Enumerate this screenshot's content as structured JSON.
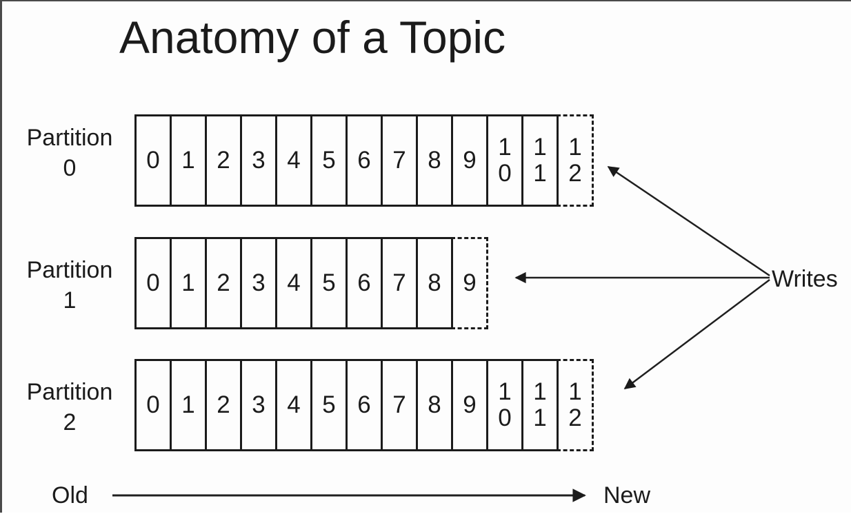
{
  "title": "Anatomy of a Topic",
  "partitions": [
    {
      "name": "Partition",
      "number": "0",
      "solid_cells": [
        "0",
        "1",
        "2",
        "3",
        "4",
        "5",
        "6",
        "7",
        "8",
        "9",
        "10",
        "11"
      ],
      "next_cell": "12"
    },
    {
      "name": "Partition",
      "number": "1",
      "solid_cells": [
        "0",
        "1",
        "2",
        "3",
        "4",
        "5",
        "6",
        "7",
        "8"
      ],
      "next_cell": "9"
    },
    {
      "name": "Partition",
      "number": "2",
      "solid_cells": [
        "0",
        "1",
        "2",
        "3",
        "4",
        "5",
        "6",
        "7",
        "8",
        "9",
        "10",
        "11"
      ],
      "next_cell": "12"
    }
  ],
  "writes_label": "Writes",
  "old_label": "Old",
  "new_label": "New",
  "colors": {
    "ink": "#1b1b1b",
    "background": "#fdfdfd"
  }
}
